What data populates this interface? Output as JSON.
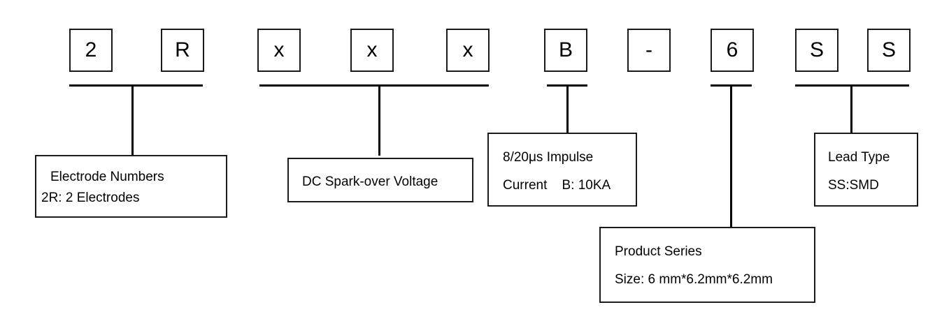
{
  "code_chars": [
    "2",
    "R",
    "x",
    "x",
    "x",
    "B",
    "-",
    "6",
    "S",
    "S"
  ],
  "descriptions": {
    "electrode": {
      "lines": [
        "Electrode Numbers",
        "2R: 2 Electrodes"
      ]
    },
    "voltage": {
      "lines": [
        "DC Spark-over Voltage"
      ]
    },
    "impulse": {
      "lines": [
        "8/20μs Impulse",
        "Current    B: 10KA"
      ]
    },
    "series": {
      "lines": [
        "Product Series",
        "Size: 6 mm*6.2mm*6.2mm"
      ]
    },
    "lead": {
      "lines": [
        "Lead Type",
        "SS:SMD"
      ]
    }
  }
}
